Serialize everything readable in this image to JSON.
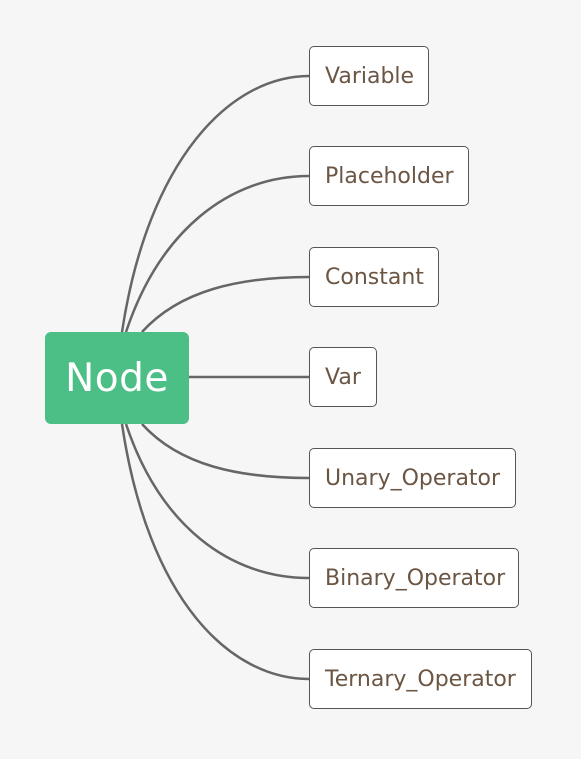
{
  "diagram": {
    "type": "mind-map",
    "root": {
      "label": "Node",
      "color": "#4cbf86"
    },
    "children": [
      {
        "label": "Variable"
      },
      {
        "label": "Placeholder"
      },
      {
        "label": "Constant"
      },
      {
        "label": "Var"
      },
      {
        "label": "Unary_Operator"
      },
      {
        "label": "Binary_Operator"
      },
      {
        "label": "Ternary_Operator"
      }
    ],
    "edge_color": "#666666",
    "text_color": "#6b5543"
  }
}
